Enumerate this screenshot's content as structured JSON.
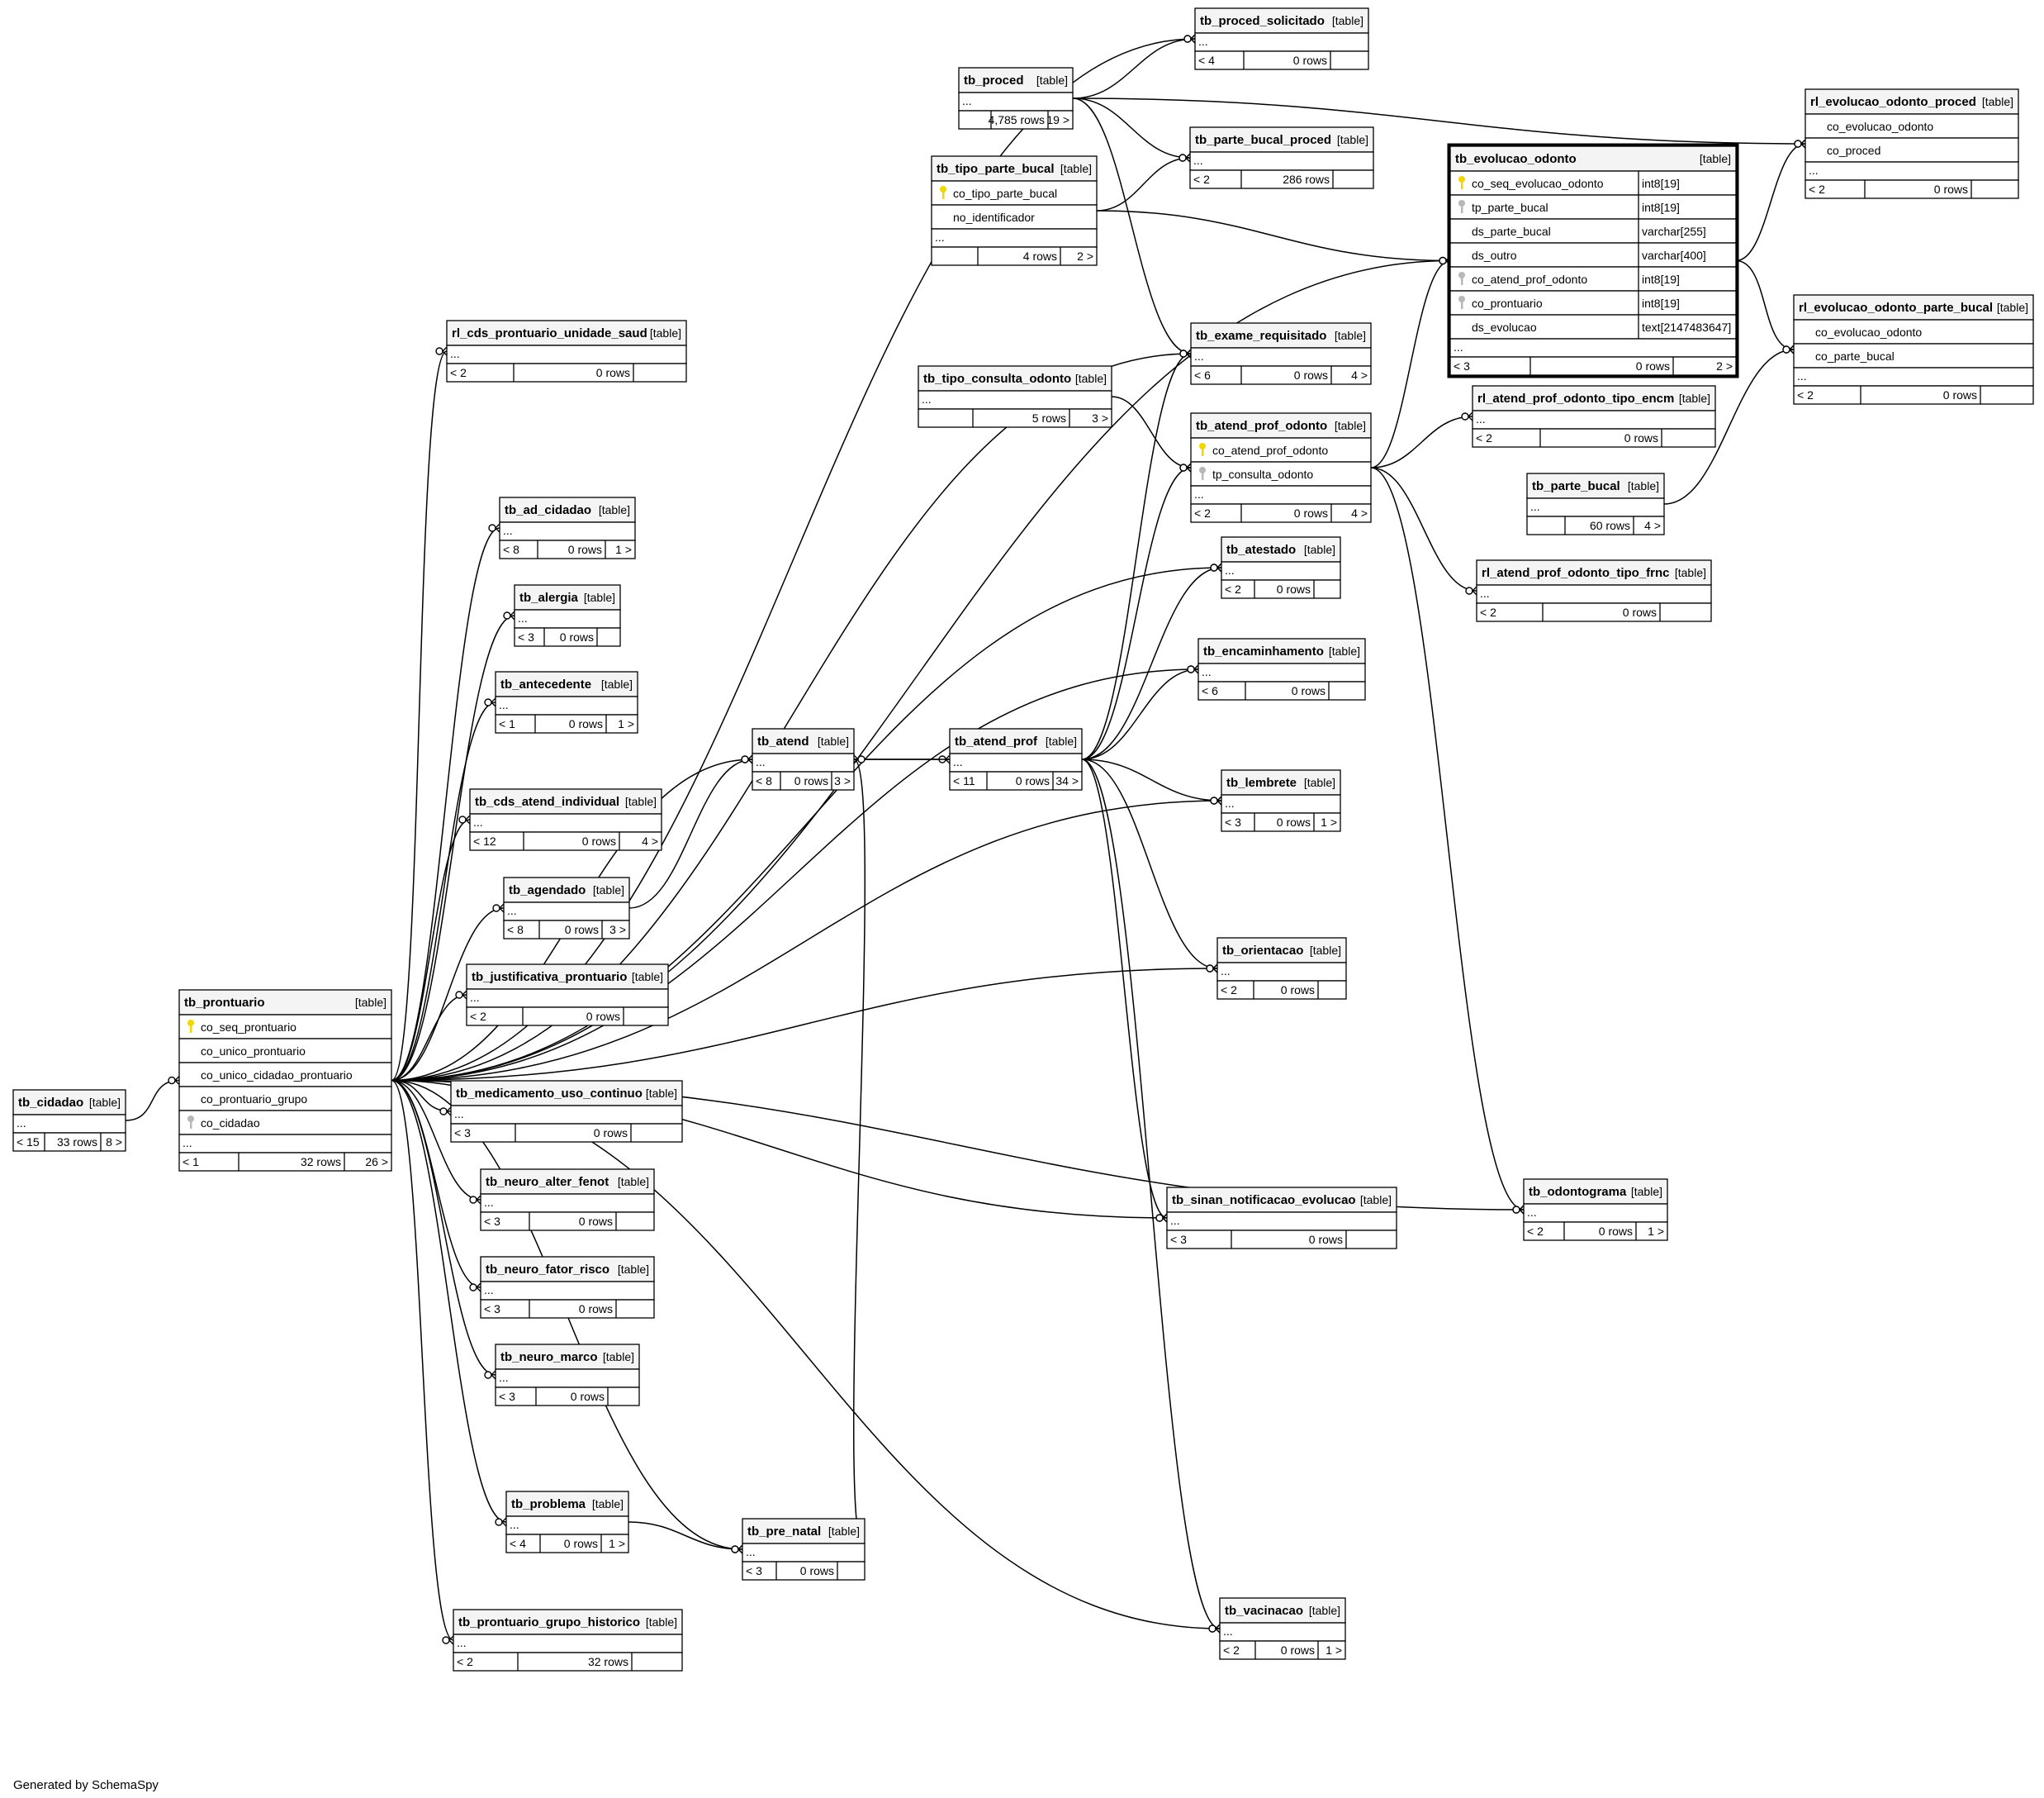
{
  "tag_label": "[table]",
  "ellipsis": "...",
  "footer": "Generated by SchemaSpy",
  "colors": {
    "background": "#ffffff",
    "header": "#f4f4f4",
    "key_icon": "#f2d600",
    "fk_icon": "#b8b8b8",
    "line": "#000000"
  },
  "tables": [
    {
      "id": "tb_proced_solicitado",
      "name": "tb_proced_solicitado",
      "stats": [
        "< 4",
        "0 rows",
        ""
      ]
    },
    {
      "id": "tb_proced",
      "name": "tb_proced",
      "stats": [
        "",
        "4,785 rows",
        "19 >"
      ]
    },
    {
      "id": "tb_parte_bucal_proced",
      "name": "tb_parte_bucal_proced",
      "stats": [
        "< 2",
        "286 rows",
        ""
      ]
    },
    {
      "id": "tb_tipo_parte_bucal",
      "name": "tb_tipo_parte_bucal",
      "columns": [
        {
          "name": "co_tipo_parte_bucal",
          "icon": "pk"
        },
        {
          "name": "no_identificador",
          "icon": ""
        }
      ],
      "stats": [
        "",
        "4 rows",
        "2 >"
      ]
    },
    {
      "id": "tb_evolucao_odonto",
      "name": "tb_evolucao_odonto",
      "columns": [
        {
          "name": "co_seq_evolucao_odonto",
          "type": "int8[19]",
          "icon": "pk"
        },
        {
          "name": "tp_parte_bucal",
          "type": "int8[19]",
          "icon": "fk"
        },
        {
          "name": "ds_parte_bucal",
          "type": "varchar[255]",
          "icon": ""
        },
        {
          "name": "ds_outro",
          "type": "varchar[400]",
          "icon": ""
        },
        {
          "name": "co_atend_prof_odonto",
          "type": "int8[19]",
          "icon": "fk"
        },
        {
          "name": "co_prontuario",
          "type": "int8[19]",
          "icon": "fk"
        },
        {
          "name": "ds_evolucao",
          "type": "text[2147483647]",
          "icon": ""
        }
      ],
      "stats": [
        "< 3",
        "0 rows",
        "2 >"
      ]
    },
    {
      "id": "rl_evolucao_odonto_proced",
      "name": "rl_evolucao_odonto_proced",
      "columns": [
        {
          "name": "co_evolucao_odonto",
          "icon": ""
        },
        {
          "name": "co_proced",
          "icon": ""
        }
      ],
      "stats": [
        "< 2",
        "0 rows",
        ""
      ]
    },
    {
      "id": "rl_evolucao_odonto_parte_bucal",
      "name": "rl_evolucao_odonto_parte_bucal",
      "columns": [
        {
          "name": "co_evolucao_odonto",
          "icon": ""
        },
        {
          "name": "co_parte_bucal",
          "icon": ""
        }
      ],
      "stats": [
        "< 2",
        "0 rows",
        ""
      ]
    },
    {
      "id": "rl_cds_prontuario_unidade_saud",
      "name": "rl_cds_prontuario_unidade_saud",
      "stats": [
        "< 2",
        "0 rows",
        ""
      ]
    },
    {
      "id": "tb_exame_requisitado",
      "name": "tb_exame_requisitado",
      "stats": [
        "< 6",
        "0 rows",
        "4 >"
      ]
    },
    {
      "id": "tb_tipo_consulta_odonto",
      "name": "tb_tipo_consulta_odonto",
      "stats": [
        "",
        "5 rows",
        "3 >"
      ]
    },
    {
      "id": "tb_atend_prof_odonto",
      "name": "tb_atend_prof_odonto",
      "columns": [
        {
          "name": "co_atend_prof_odonto",
          "icon": "pk"
        },
        {
          "name": "tp_consulta_odonto",
          "icon": "fk"
        }
      ],
      "stats": [
        "< 2",
        "0 rows",
        "4 >"
      ]
    },
    {
      "id": "rl_atend_prof_odonto_tipo_encm",
      "name": "rl_atend_prof_odonto_tipo_encm",
      "stats": [
        "< 2",
        "0 rows",
        ""
      ]
    },
    {
      "id": "tb_parte_bucal",
      "name": "tb_parte_bucal",
      "stats": [
        "",
        "60 rows",
        "4 >"
      ]
    },
    {
      "id": "rl_atend_prof_odonto_tipo_frnc",
      "name": "rl_atend_prof_odonto_tipo_frnc",
      "stats": [
        "< 2",
        "0 rows",
        ""
      ]
    },
    {
      "id": "tb_ad_cidadao",
      "name": "tb_ad_cidadao",
      "stats": [
        "< 8",
        "0 rows",
        "1 >"
      ]
    },
    {
      "id": "tb_atestado",
      "name": "tb_atestado",
      "stats": [
        "< 2",
        "0 rows",
        ""
      ]
    },
    {
      "id": "tb_alergia",
      "name": "tb_alergia",
      "stats": [
        "< 3",
        "0 rows",
        ""
      ]
    },
    {
      "id": "tb_encaminhamento",
      "name": "tb_encaminhamento",
      "stats": [
        "< 6",
        "0 rows",
        ""
      ]
    },
    {
      "id": "tb_antecedente",
      "name": "tb_antecedente",
      "stats": [
        "< 1",
        "0 rows",
        "1 >"
      ]
    },
    {
      "id": "tb_atend",
      "name": "tb_atend",
      "stats": [
        "< 8",
        "0 rows",
        "3 >"
      ]
    },
    {
      "id": "tb_atend_prof",
      "name": "tb_atend_prof",
      "stats": [
        "< 11",
        "0 rows",
        "34 >"
      ]
    },
    {
      "id": "tb_lembrete",
      "name": "tb_lembrete",
      "stats": [
        "< 3",
        "0 rows",
        "1 >"
      ]
    },
    {
      "id": "tb_cds_atend_individual",
      "name": "tb_cds_atend_individual",
      "stats": [
        "< 12",
        "0 rows",
        "4 >"
      ]
    },
    {
      "id": "tb_agendado",
      "name": "tb_agendado",
      "stats": [
        "< 8",
        "0 rows",
        "3 >"
      ]
    },
    {
      "id": "tb_orientacao",
      "name": "tb_orientacao",
      "stats": [
        "< 2",
        "0 rows",
        ""
      ]
    },
    {
      "id": "tb_justificativa_prontuario",
      "name": "tb_justificativa_prontuario",
      "stats": [
        "< 2",
        "0 rows",
        ""
      ]
    },
    {
      "id": "tb_prontuario",
      "name": "tb_prontuario",
      "columns": [
        {
          "name": "co_seq_prontuario",
          "icon": "pk"
        },
        {
          "name": "co_unico_prontuario",
          "icon": ""
        },
        {
          "name": "co_unico_cidadao_prontuario",
          "icon": ""
        },
        {
          "name": "co_prontuario_grupo",
          "icon": ""
        },
        {
          "name": "co_cidadao",
          "icon": "fk"
        }
      ],
      "stats": [
        "< 1",
        "32 rows",
        "26 >"
      ]
    },
    {
      "id": "tb_cidadao",
      "name": "tb_cidadao",
      "stats": [
        "< 15",
        "33 rows",
        "8 >"
      ]
    },
    {
      "id": "tb_medicamento_uso_continuo",
      "name": "tb_medicamento_uso_continuo",
      "stats": [
        "< 3",
        "0 rows",
        ""
      ]
    },
    {
      "id": "tb_neuro_alter_fenot",
      "name": "tb_neuro_alter_fenot",
      "stats": [
        "< 3",
        "0 rows",
        ""
      ]
    },
    {
      "id": "tb_sinan_notificacao_evolucao",
      "name": "tb_sinan_notificacao_evolucao",
      "stats": [
        "< 3",
        "0 rows",
        ""
      ]
    },
    {
      "id": "tb_odontograma",
      "name": "tb_odontograma",
      "stats": [
        "< 2",
        "0 rows",
        "1 >"
      ]
    },
    {
      "id": "tb_neuro_fator_risco",
      "name": "tb_neuro_fator_risco",
      "stats": [
        "< 3",
        "0 rows",
        ""
      ]
    },
    {
      "id": "tb_neuro_marco",
      "name": "tb_neuro_marco",
      "stats": [
        "< 3",
        "0 rows",
        ""
      ]
    },
    {
      "id": "tb_problema",
      "name": "tb_problema",
      "stats": [
        "< 4",
        "0 rows",
        "1 >"
      ]
    },
    {
      "id": "tb_pre_natal",
      "name": "tb_pre_natal",
      "stats": [
        "< 3",
        "0 rows",
        ""
      ]
    },
    {
      "id": "tb_prontuario_grupo_historico",
      "name": "tb_prontuario_grupo_historico",
      "stats": [
        "< 2",
        "32 rows",
        ""
      ]
    },
    {
      "id": "tb_vacinacao",
      "name": "tb_vacinacao",
      "stats": [
        "< 2",
        "0 rows",
        "1 >"
      ]
    }
  ],
  "relationships": [
    {
      "from": "tb_prontuario",
      "to": "tb_proced_solicitado"
    },
    {
      "from": "tb_proced",
      "to": "tb_proced_solicitado"
    },
    {
      "from": "tb_proced",
      "to": "tb_parte_bucal_proced"
    },
    {
      "from": "tb_proced",
      "to": "rl_evolucao_odonto_proced"
    },
    {
      "from": "tb_proced",
      "to": "tb_exame_requisitado"
    },
    {
      "from": "tb_tipo_parte_bucal",
      "to": "tb_parte_bucal_proced"
    },
    {
      "from": "tb_tipo_parte_bucal",
      "to": "tb_evolucao_odonto"
    },
    {
      "from": "tb_evolucao_odonto",
      "to": "rl_evolucao_odonto_proced"
    },
    {
      "from": "tb_evolucao_odonto",
      "to": "rl_evolucao_odonto_parte_bucal"
    },
    {
      "from": "tb_parte_bucal",
      "to": "rl_evolucao_odonto_parte_bucal"
    },
    {
      "from": "tb_prontuario",
      "to": "tb_evolucao_odonto"
    },
    {
      "from": "tb_atend_prof_odonto",
      "to": "tb_evolucao_odonto"
    },
    {
      "from": "tb_atend_prof_odonto",
      "to": "rl_atend_prof_odonto_tipo_encm"
    },
    {
      "from": "tb_atend_prof_odonto",
      "to": "rl_atend_prof_odonto_tipo_frnc"
    },
    {
      "from": "tb_atend_prof_odonto",
      "to": "tb_odontograma"
    },
    {
      "from": "tb_tipo_consulta_odonto",
      "to": "tb_atend_prof_odonto"
    },
    {
      "from": "tb_prontuario",
      "to": "rl_cds_prontuario_unidade_saud"
    },
    {
      "from": "tb_prontuario",
      "to": "tb_exame_requisitado"
    },
    {
      "from": "tb_prontuario",
      "to": "tb_atestado"
    },
    {
      "from": "tb_prontuario",
      "to": "tb_encaminhamento"
    },
    {
      "from": "tb_prontuario",
      "to": "tb_ad_cidadao"
    },
    {
      "from": "tb_prontuario",
      "to": "tb_alergia"
    },
    {
      "from": "tb_prontuario",
      "to": "tb_antecedente"
    },
    {
      "from": "tb_prontuario",
      "to": "tb_atend"
    },
    {
      "from": "tb_prontuario",
      "to": "tb_cds_atend_individual"
    },
    {
      "from": "tb_prontuario",
      "to": "tb_agendado"
    },
    {
      "from": "tb_prontuario",
      "to": "tb_justificativa_prontuario"
    },
    {
      "from": "tb_prontuario",
      "to": "tb_lembrete"
    },
    {
      "from": "tb_prontuario",
      "to": "tb_medicamento_uso_continuo"
    },
    {
      "from": "tb_prontuario",
      "to": "tb_neuro_alter_fenot"
    },
    {
      "from": "tb_prontuario",
      "to": "tb_neuro_fator_risco"
    },
    {
      "from": "tb_prontuario",
      "to": "tb_neuro_marco"
    },
    {
      "from": "tb_prontuario",
      "to": "tb_orientacao"
    },
    {
      "from": "tb_prontuario",
      "to": "tb_sinan_notificacao_evolucao"
    },
    {
      "from": "tb_prontuario",
      "to": "tb_problema"
    },
    {
      "from": "tb_prontuario",
      "to": "tb_pre_natal"
    },
    {
      "from": "tb_prontuario",
      "to": "tb_prontuario_grupo_historico"
    },
    {
      "from": "tb_prontuario",
      "to": "tb_vacinacao"
    },
    {
      "from": "tb_prontuario",
      "to": "tb_odontograma"
    },
    {
      "from": "tb_cidadao",
      "to": "tb_prontuario"
    },
    {
      "from": "tb_agendado",
      "to": "tb_atend"
    },
    {
      "from": "tb_atend",
      "to": "tb_atend_prof"
    },
    {
      "from": "tb_atend_prof",
      "to": "tb_atend"
    },
    {
      "from": "tb_atend_prof",
      "to": "tb_exame_requisitado"
    },
    {
      "from": "tb_atend_prof",
      "to": "tb_atend_prof_odonto"
    },
    {
      "from": "tb_atend_prof",
      "to": "tb_atestado"
    },
    {
      "from": "tb_atend_prof",
      "to": "tb_encaminhamento"
    },
    {
      "from": "tb_atend_prof",
      "to": "tb_lembrete"
    },
    {
      "from": "tb_atend_prof",
      "to": "tb_orientacao"
    },
    {
      "from": "tb_atend_prof",
      "to": "tb_sinan_notificacao_evolucao"
    },
    {
      "from": "tb_atend_prof",
      "to": "tb_vacinacao"
    },
    {
      "from": "tb_problema",
      "to": "tb_pre_natal"
    },
    {
      "from": "tb_atend",
      "to": "tb_pre_natal"
    }
  ]
}
